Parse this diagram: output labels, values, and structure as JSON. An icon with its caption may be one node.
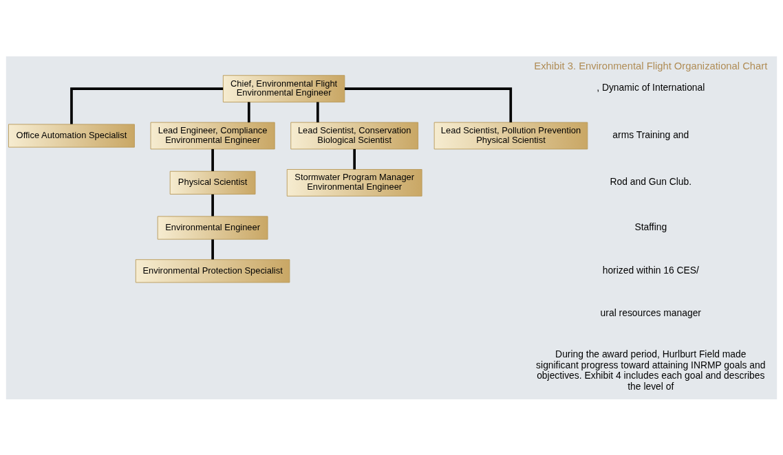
{
  "diagram": {
    "caption": "Exhibit 3. Environmental Flight Organizational Chart",
    "nodes": [
      {
        "text": [
          "Chief, Environmental Flight",
          "Environmental Engineer"
        ]
      },
      {
        "text": [
          "Office Automation Specialist"
        ]
      },
      {
        "text": [
          "Lead Engineer, Compliance",
          "Environmental Engineer"
        ]
      },
      {
        "text": [
          "Lead Scientist, Conservation",
          "Biological Scientist"
        ]
      },
      {
        "text": [
          "Lead Scientist, Pollution Prevention",
          "Physical Scientist"
        ]
      },
      {
        "text": [
          "Physical Scientist"
        ]
      },
      {
        "text": [
          "Environmental Engineer"
        ]
      },
      {
        "text": [
          "Environmental Protection Specialist"
        ]
      },
      {
        "text": [
          "Stormwater Program Manager",
          "Environmental Engineer"
        ]
      }
    ],
    "edges": [
      {
        "from": 0,
        "to": 1,
        "arrow": "none"
      },
      {
        "from": 0,
        "to": 2,
        "arrow": "none"
      },
      {
        "from": 0,
        "to": 3,
        "arrow": "none"
      },
      {
        "from": 0,
        "to": 4,
        "arrow": "none"
      },
      {
        "from": 2,
        "to": 5,
        "arrow": "none"
      },
      {
        "from": 5,
        "to": 6,
        "arrow": "none"
      },
      {
        "from": 6,
        "to": 7,
        "arrow": "none"
      },
      {
        "from": 3,
        "to": 8,
        "arrow": "none"
      }
    ],
    "labels": [
      ", Dynamic of International",
      "arms Training and",
      "Rod and Gun Club.",
      "Staffing",
      "horized within 16 CES/",
      "ural resources manager",
      "During the award period, Hurlburt Field made significant progress toward attaining INRMP goals and objectives. Exhibit 4 includes each goal and describes the level of"
    ]
  }
}
